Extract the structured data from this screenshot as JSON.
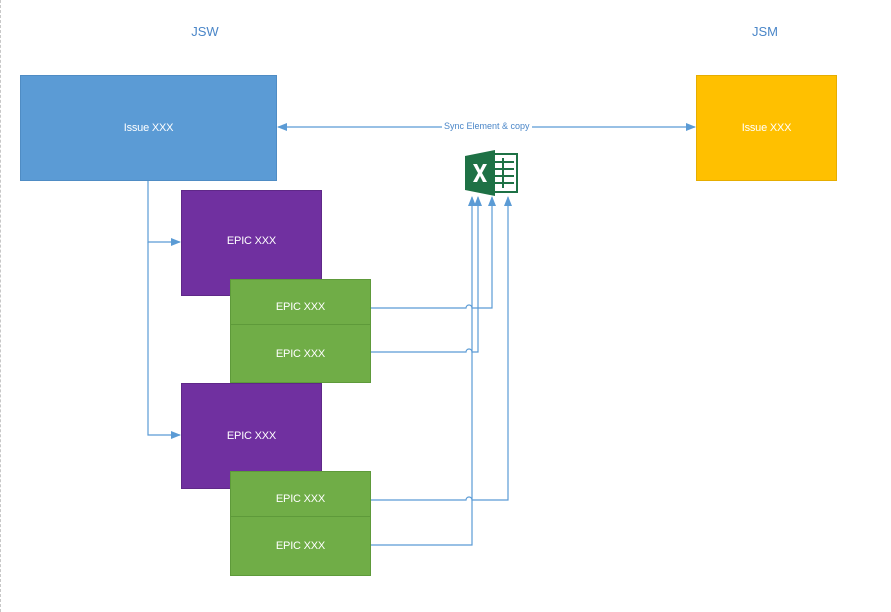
{
  "columns": {
    "left": "JSW",
    "right": "JSM"
  },
  "nodes": {
    "jsw_issue": "Issue XXX",
    "jsm_issue": "Issue XXX",
    "epic_1": "EPIC XXX",
    "epic_1_child_1": "EPIC XXX",
    "epic_1_child_2": "EPIC XXX",
    "epic_2": "EPIC XXX",
    "epic_2_child_1": "EPIC XXX",
    "epic_2_child_2": "EPIC XXX"
  },
  "connector": {
    "sync_label": "Sync Element & copy"
  },
  "icons": {
    "spreadsheet": "excel-icon"
  },
  "colors": {
    "jsw_issue": "#5b9bd5",
    "jsm_issue": "#ffc000",
    "epic": "#7030a0",
    "epic_child": "#70ad47",
    "connector": "#5b9bd5",
    "excel": "#1e7145"
  }
}
